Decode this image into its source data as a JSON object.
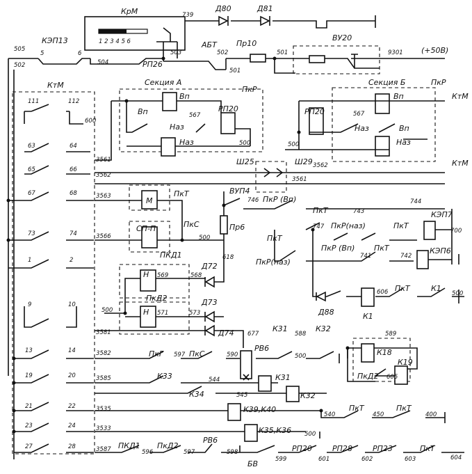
{
  "labels": {
    "km": "КрМ",
    "km_positions": "1 2 3 4 5 6",
    "w739": "739",
    "d80": "Д80",
    "d81": "Д81",
    "kep13": "КЭП13",
    "w5": "5",
    "w6": "6",
    "w505": "505",
    "w502a": "502",
    "w504": "504",
    "rp26": "РП26",
    "w503": "503",
    "abt": "АБТ",
    "w502b": "502",
    "pr10": "Пр10",
    "w501a": "501",
    "w501b": "501",
    "vu20": "ВУ20",
    "w9301": "9301",
    "plus50v": "(+50В)",
    "ktm": "КтМ",
    "section_a": "Секция А",
    "section_b": "Секция Б",
    "pkr": "ПкР",
    "vp": "Вп",
    "naz": "Наз",
    "w567": "567",
    "rp20": "РП20",
    "w500": "500",
    "sh25": "Ш25",
    "sh29": "Ш29",
    "w3561": "3561",
    "w3562": "3562",
    "w111": "111",
    "w112": "112",
    "w600": "600",
    "w63": "63",
    "w64": "64",
    "w65": "65",
    "w66": "66",
    "w67": "67",
    "w68": "68",
    "w3563": "3563",
    "w73": "73",
    "w74": "74",
    "w3566": "3566",
    "w1": "1",
    "w2": "2",
    "w9": "9",
    "w10": "10",
    "w3581": "3581",
    "w13": "13",
    "w14": "14",
    "w3582": "3582",
    "w19": "19",
    "w20": "20",
    "w3585": "3585",
    "w21": "21",
    "w22": "22",
    "w3535": "3535",
    "w23": "23",
    "w24": "24",
    "w3533": "3533",
    "w27": "27",
    "w28": "28",
    "w3587": "3587",
    "m": "М",
    "pkt": "ПкТ",
    "sp_p": "СП-П",
    "pks": "ПкС",
    "pkd1": "ПКД1",
    "pkd2": "ПкД2",
    "w618": "618",
    "vup4": "ВУП4",
    "pr6": "Пр6",
    "h": "Н",
    "w569": "569",
    "w568": "568",
    "w571": "571",
    "w573": "573",
    "d72": "Д72",
    "d73": "Д73",
    "d74": "Д74",
    "w677": "677",
    "k31": "К31",
    "w588": "588",
    "k32": "К32",
    "w746": "746",
    "pkr_vp": "ПкР (Вп)",
    "w744": "744",
    "w743": "743",
    "kep7": "КЭП7",
    "w747": "747",
    "pkr_naz": "ПкР(наз)",
    "w700": "700",
    "w741": "741",
    "w742": "742",
    "kep6": "КЭП6",
    "d88": "Д88",
    "k1": "К1",
    "w606": "606",
    "w589": "589",
    "k18": "К18",
    "k19": "К19",
    "w605": "605",
    "pkg": "ПкГ",
    "w597": "597",
    "w590": "590",
    "rv6": "РВ6",
    "k33": "К33",
    "w544": "544",
    "k34": "К34",
    "w545": "545",
    "k39_k40": "К39,К40",
    "w540": "540",
    "w450": "450",
    "w400": "400",
    "k35_k36": "К35,К36",
    "w596": "596",
    "w598": "598",
    "bv": "БВ",
    "w599": "599",
    "w601": "601",
    "rp28": "РП28",
    "w602": "602",
    "rp23": "РП23",
    "w603": "603",
    "w604": "604"
  }
}
